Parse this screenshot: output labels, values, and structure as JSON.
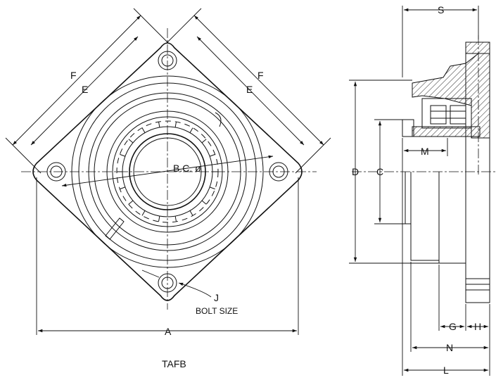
{
  "title": "TAFB",
  "labels": {
    "F_left": "F",
    "E_left": "E",
    "F_right": "F",
    "E_right": "E",
    "bc": "B.C. ø",
    "J": "J",
    "bolt_size": "BOLT SIZE",
    "A": "A",
    "S": "S",
    "D": "D",
    "C": "C",
    "M": "M",
    "G": "G",
    "H": "H",
    "N": "N",
    "L": "L"
  }
}
